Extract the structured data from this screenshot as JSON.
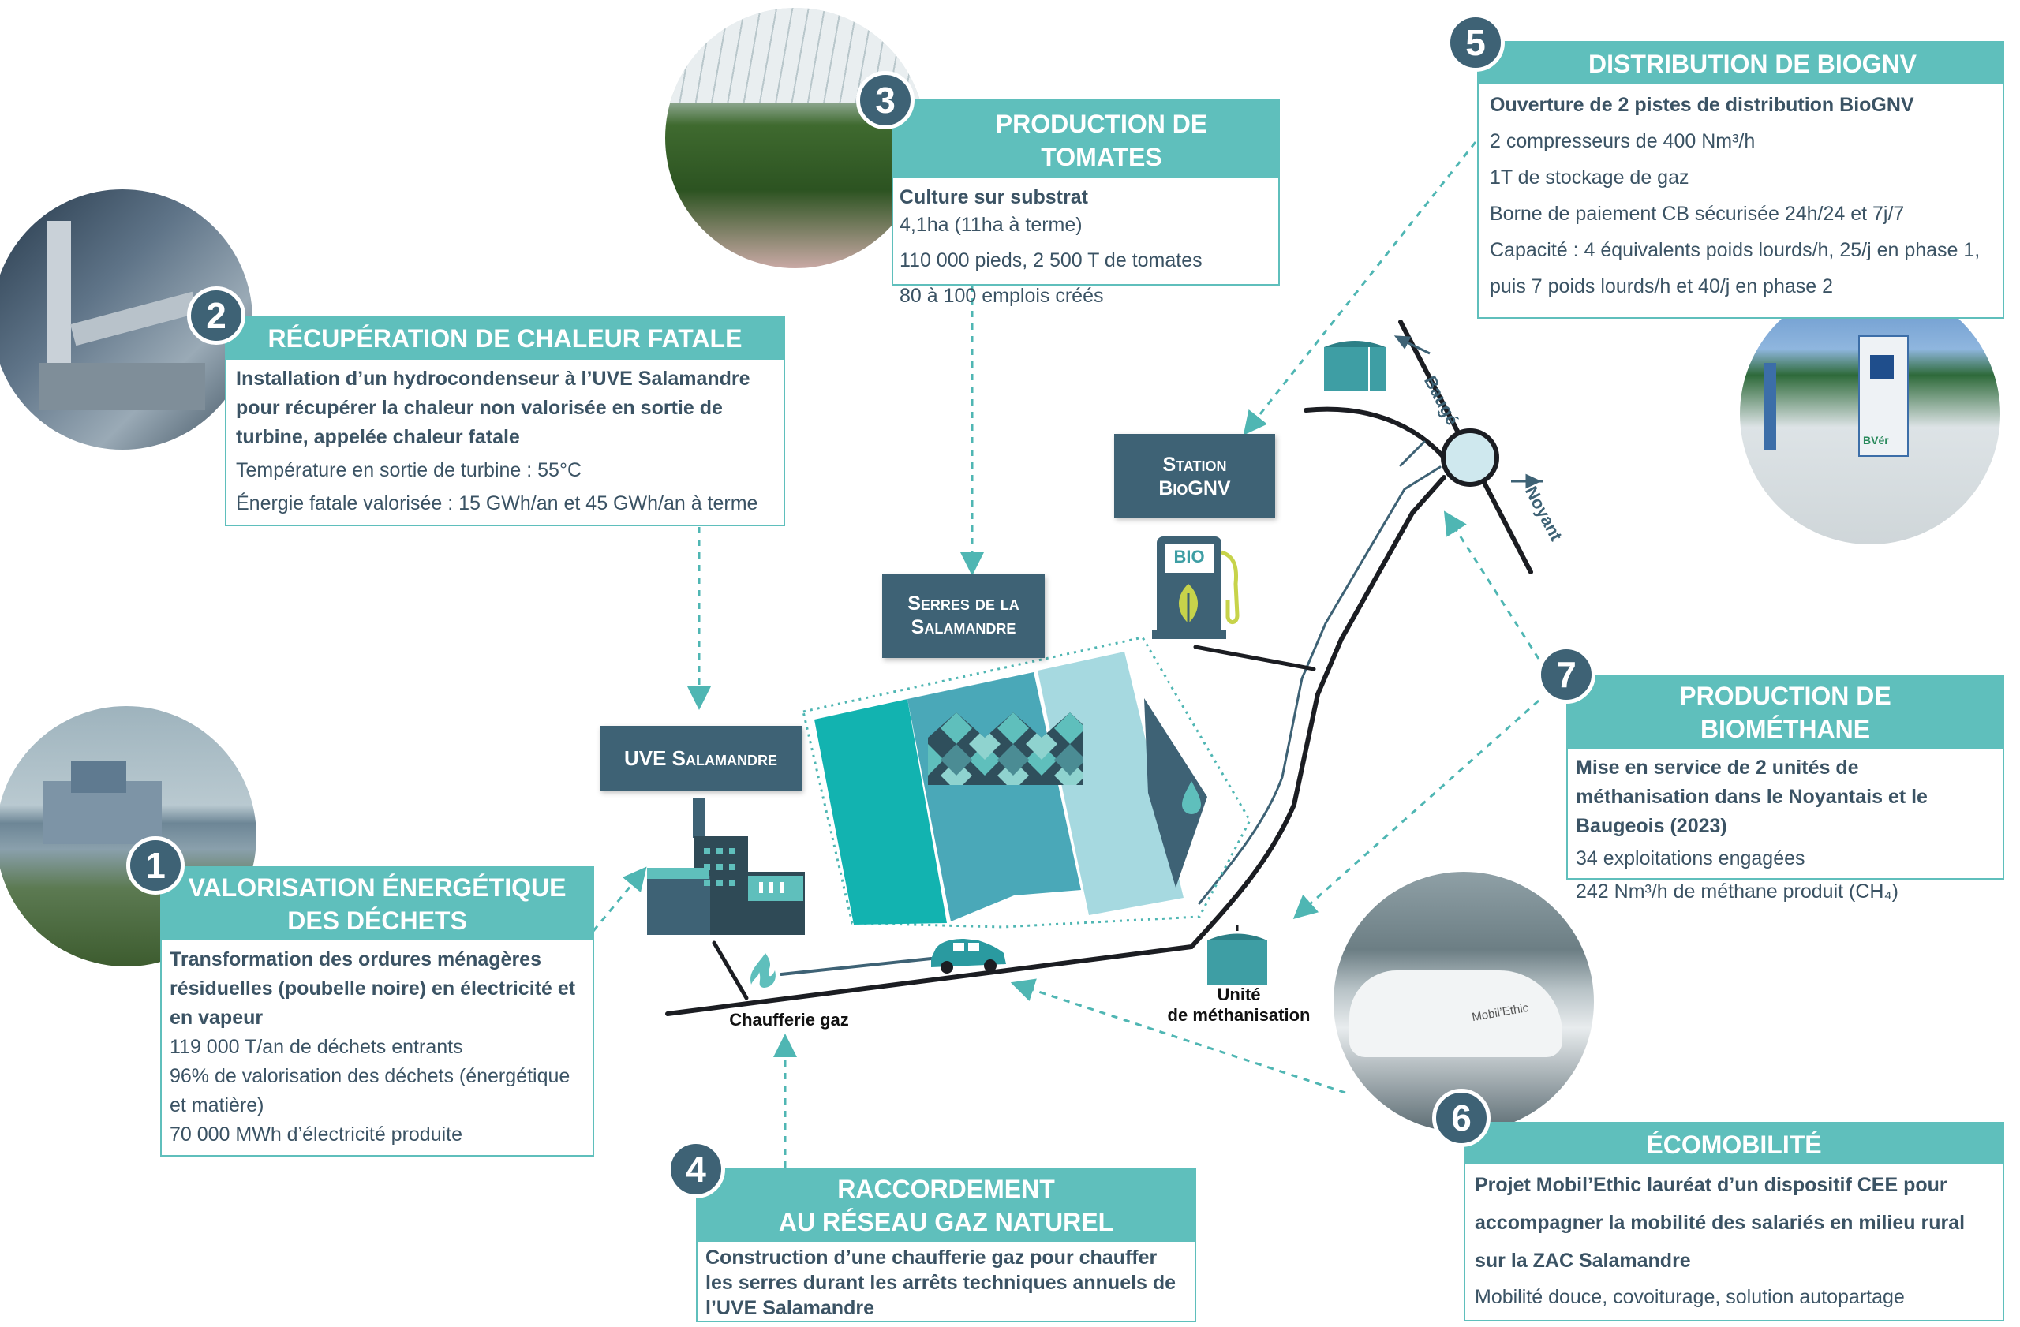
{
  "section1": {
    "number": "1",
    "title_line1": "VALORISATION ÉNERGÉTIQUE",
    "title_line2": "DES DÉCHETS",
    "lead": "Transformation des ordures ménagères résiduelles (poubelle noire) en électricité et en vapeur",
    "items": [
      "119 000 T/an de déchets entrants",
      "96% de valorisation des déchets (énergétique et matière)",
      "70 000 MWh d’électricité produite"
    ]
  },
  "section2": {
    "number": "2",
    "title": "RÉCUPÉRATION DE CHALEUR FATALE",
    "lead": "Installation d’un hydrocondenseur à l’UVE Salamandre pour récupérer la chaleur non valorisée en sortie de turbine, appelée chaleur fatale",
    "items": [
      "Température en sortie de turbine : 55°C",
      "Énergie fatale valorisée : 15 GWh/an et 45 GWh/an à terme"
    ]
  },
  "section3": {
    "number": "3",
    "title": "PRODUCTION DE TOMATES",
    "lead": "Culture sur substrat",
    "items": [
      "4,1ha (11ha à terme)",
      "110 000 pieds, 2 500 T de tomates",
      "80 à 100 emplois créés"
    ]
  },
  "section4": {
    "number": "4",
    "title_line1": "RACCORDEMENT",
    "title_line2": "AU RÉSEAU GAZ NATUREL",
    "lead": "Construction d’une chaufferie gaz pour chauffer les serres durant les arrêts techniques annuels de l’UVE Salamandre"
  },
  "section5": {
    "number": "5",
    "title": "DISTRIBUTION DE BIOGNV",
    "lead": "Ouverture de 2 pistes de distribution BioGNV",
    "items": [
      "2 compresseurs de 400 Nm³/h",
      "1T de stockage de gaz",
      "Borne de paiement CB sécurisée 24h/24 et 7j/7",
      "Capacité : 4 équivalents poids lourds/h, 25/j en phase 1, puis 7 poids lourds/h et 40/j en phase 2"
    ]
  },
  "section6": {
    "number": "6",
    "title": "ÉCOMOBILITÉ",
    "lead": "Projet Mobil’Ethic lauréat d’un dispositif CEE pour accompagner la mobilité des salariés en milieu rural sur la ZAC Salamandre",
    "items": [
      "Mobilité douce, covoiturage, solution autopartage"
    ]
  },
  "section7": {
    "number": "7",
    "title_line1": "PRODUCTION DE",
    "title_line2": "BIOMÉTHANE",
    "lead": "Mise en service de 2 unités de méthanisation dans le Noyantais et le Baugeois (2023)",
    "items": [
      "34 exploitations engagées",
      "242 Nm³/h de méthane produit (CH₄)"
    ]
  },
  "map": {
    "uve_label": "UVE Salamandre",
    "serres_line1": "Serres de la",
    "serres_line2": "Salamandre",
    "station_line1": "Station",
    "station_line2": "BioGNV",
    "bio_pump_text": "BIO",
    "chaufferie": "Chaufferie gaz",
    "methanisation_line1": "Unité",
    "methanisation_line2": "de méthanisation",
    "road_bauge": "Baugé",
    "road_noyant": "Noyant",
    "car_text": "Mobil’Ethic",
    "pump_brand": "BVér"
  },
  "colors": {
    "teal": "#5fbfbc",
    "dark_blue": "#3e6275",
    "text": "#3b5364",
    "greenhouse1": "#12b3b0",
    "greenhouse2": "#4aa8b8",
    "greenhouse3": "#a6d9e0"
  }
}
